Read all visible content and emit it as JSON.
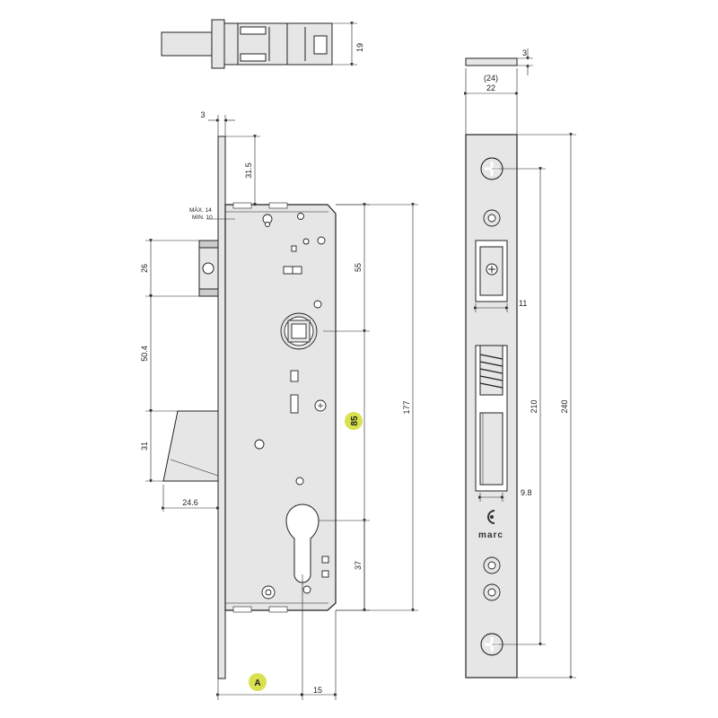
{
  "labels": {
    "max": "MÁX. 14",
    "min": "MIN. 10",
    "badge_a": "A",
    "badge_85": "85",
    "brand": "marc"
  },
  "dimensions": {
    "d19": "19",
    "d3_top": "3",
    "d24": "(24)",
    "d22": "22",
    "d3_front": "3",
    "d31_5": "31.5",
    "d55": "55",
    "d177": "177",
    "d26": "26",
    "d50_4": "50.4",
    "d31": "31",
    "d24_6": "24.6",
    "d37": "37",
    "d15": "15",
    "d11": "11",
    "d9_8": "9.8",
    "d210": "210",
    "d240": "240"
  },
  "colors": {
    "metal": "#e6e6e6",
    "line": "#222222",
    "badge": "#d9e14f"
  }
}
